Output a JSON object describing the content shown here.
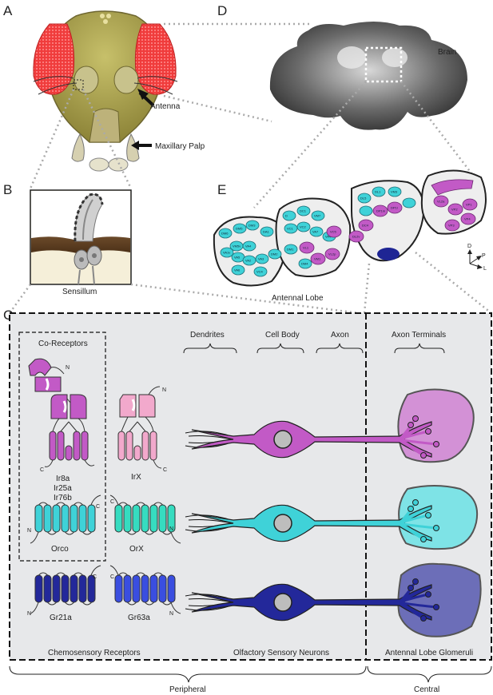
{
  "panels": {
    "a": "A",
    "b": "B",
    "c": "C",
    "d": "D",
    "e": "E"
  },
  "panel_a": {
    "antenna": "Antenna",
    "maxillary_palp": "Maxillary Palp"
  },
  "panel_b": {
    "caption": "Sensillum"
  },
  "panel_d": {
    "brain": "Brain"
  },
  "panel_e": {
    "caption": "Antennal Lobe",
    "axes": {
      "d": "D",
      "p": "P",
      "l": "L"
    },
    "glomeruli_cyan": [
      "DM6",
      "DM5",
      "DM3",
      "DA1",
      "VM5v",
      "VA4",
      "VA5",
      "VA2",
      "VA3",
      "VA1v",
      "VA6",
      "VC4",
      "DM2",
      "D",
      "DC1",
      "VM7",
      "VC1",
      "VC2",
      "VA7",
      "VA4",
      "DM1",
      "DM4",
      "DL5",
      "DL1",
      "VM3"
    ],
    "glomeruli_magenta": [
      "DC4",
      "DP1m",
      "DP1l",
      "DL2v",
      "VL2p",
      "VM1",
      "VL1",
      "VC5",
      "VL2a",
      "VP2",
      "VP1",
      "VP3",
      "VP4"
    ]
  },
  "panel_c": {
    "coreceptors_title": "Co-Receptors",
    "ir_coreceptor_names": [
      "Ir8a",
      "Ir25a",
      "Ir76b"
    ],
    "irx": "IrX",
    "orco": "Orco",
    "orx": "OrX",
    "gr21a": "Gr21a",
    "gr63a": "Gr63a",
    "n": "N",
    "c": "C",
    "neuron_parts": [
      "Dendrites",
      "Cell Body",
      "Axon",
      "Axon Terminals"
    ],
    "chemosensory_receptors": "Chemosensory Receptors",
    "olfactory_sensory_neurons": "Olfactory Sensory Neurons",
    "antennal_lobe_glomeruli": "Antennal Lobe Glomeruli",
    "peripheral": "Peripheral",
    "central": "Central"
  },
  "colors": {
    "magenta": "#c25ac6",
    "pink": "#f2a9cc",
    "cyan": "#3fd2d8",
    "teal": "#36dcc0",
    "navy": "#23289a",
    "blue": "#3a4ee0",
    "eye_red": "#f24444",
    "panel_bg": "#e7e8ea"
  }
}
